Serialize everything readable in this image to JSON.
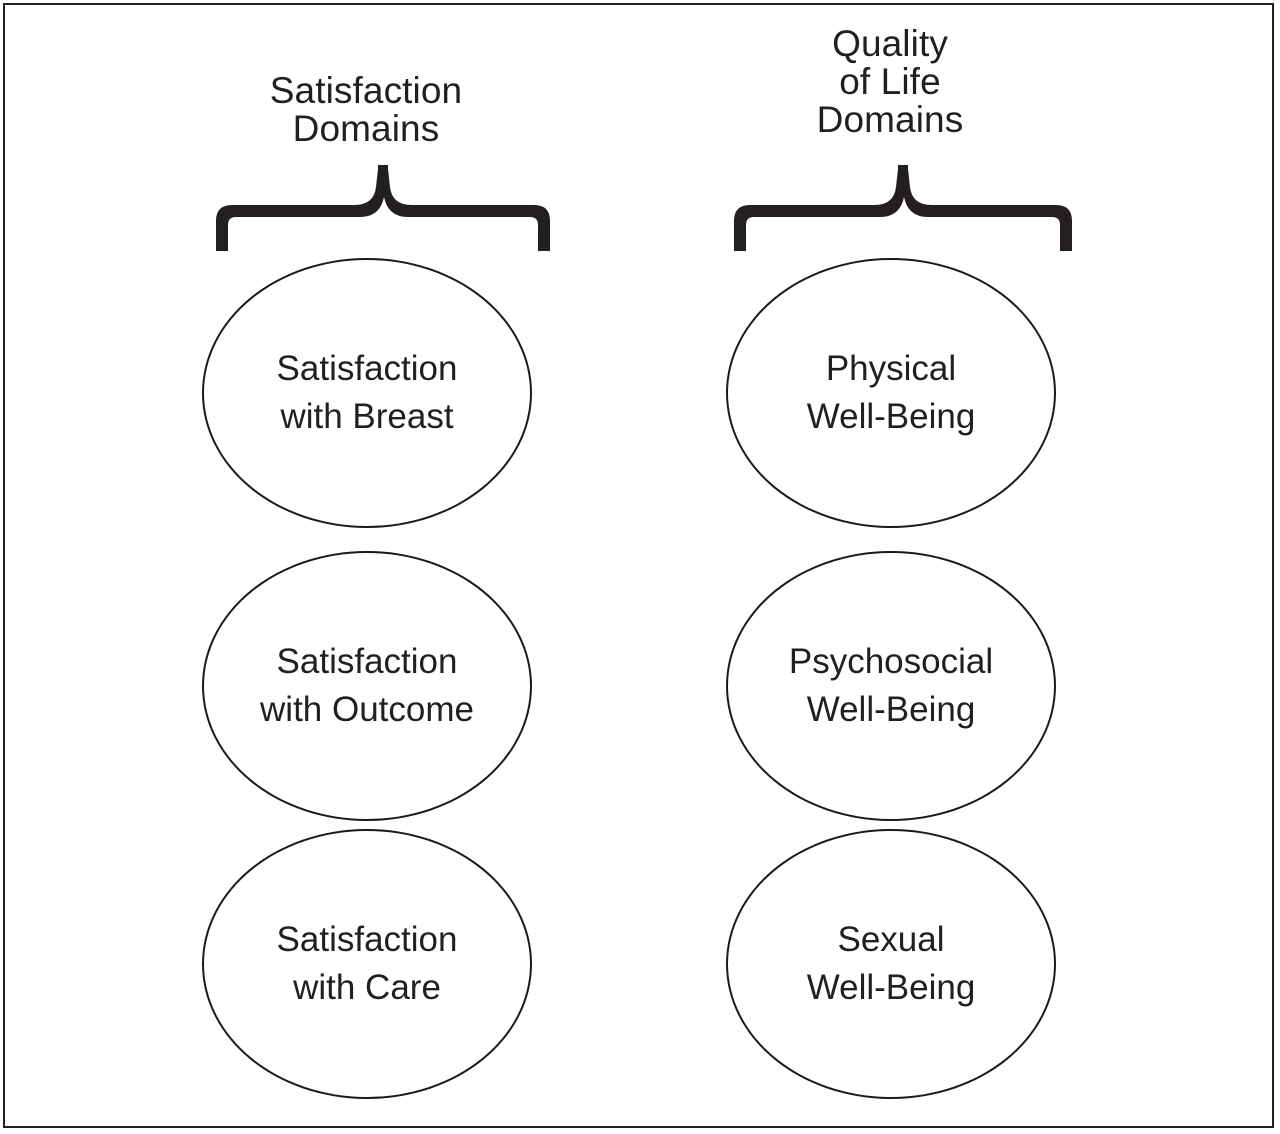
{
  "figure": {
    "background_color": "#ffffff",
    "border_color": "#231f20",
    "shape_outline_color": "#1a1a1a",
    "text_color": "#231f20",
    "brace_color": "#231f20"
  },
  "columns": [
    {
      "id": "satisfaction",
      "heading": "Satisfaction\nDomains",
      "brace_name": "satisfaction-domains-brace",
      "nodes": [
        {
          "label": "Satisfaction\nwith Breast",
          "name": "satisfaction-with-breast"
        },
        {
          "label": "Satisfaction\nwith Outcome",
          "name": "satisfaction-with-outcome"
        },
        {
          "label": "Satisfaction\nwith Care",
          "name": "satisfaction-with-care"
        }
      ]
    },
    {
      "id": "quality_of_life",
      "heading": "Quality\nof Life\nDomains",
      "brace_name": "quality-of-life-domains-brace",
      "nodes": [
        {
          "label": "Physical\nWell-Being",
          "name": "physical-well-being"
        },
        {
          "label": "Psychosocial\nWell-Being",
          "name": "psychosocial-well-being"
        },
        {
          "label": "Sexual\nWell-Being",
          "name": "sexual-well-being"
        }
      ]
    }
  ]
}
